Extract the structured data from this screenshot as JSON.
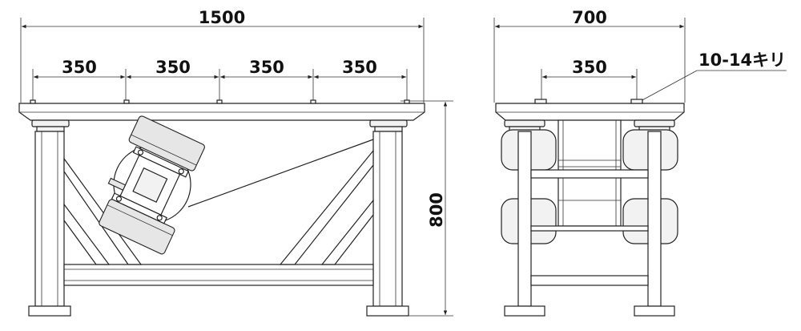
{
  "drawing": {
    "front_view": {
      "overall_width": "1500",
      "pitch_labels": [
        "350",
        "350",
        "350",
        "350"
      ],
      "height": "800"
    },
    "side_view": {
      "overall_width": "700",
      "hole_pitch": "350",
      "hole_note": "10-14キリ"
    }
  }
}
